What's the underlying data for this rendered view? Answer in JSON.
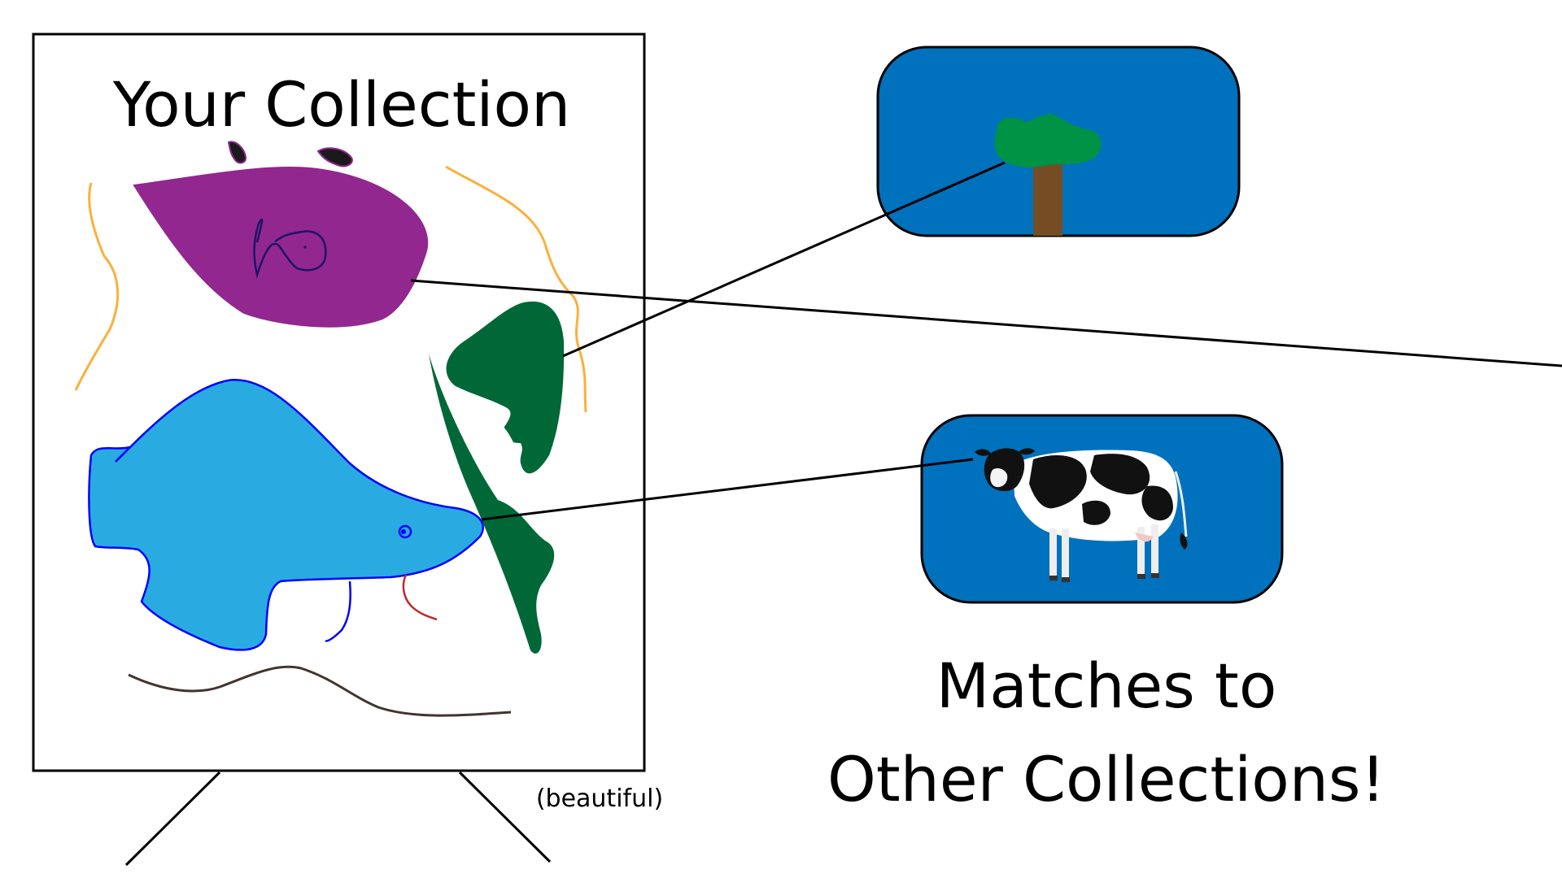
{
  "easel": {
    "title": "Your Collection",
    "note": "(beautiful)"
  },
  "matches": {
    "line1": "Matches to",
    "line2": "Other Collections!"
  },
  "icons": [
    "tree-icon",
    "cow-icon"
  ],
  "colors": {
    "card_blue": "#0071BC",
    "purple_fish": "#92278F",
    "blue_fish": "#29ABE2",
    "green_shape": "#006837",
    "orange_squiggle": "#FBB03B",
    "brown_squiggle": "#42342F",
    "red_squiggle": "#C1272D"
  }
}
